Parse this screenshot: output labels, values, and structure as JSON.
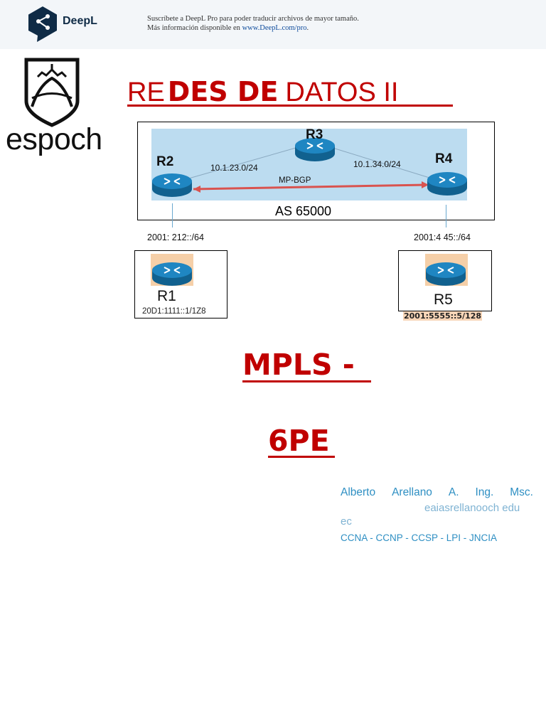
{
  "banner": {
    "brand": "DeepL",
    "line1": "Suscríbete a DeepL Pro para poder traducir archivos de mayor tamaño.",
    "line2_prefix": "Más información disponible en ",
    "line2_link": "www.DeepL.com/pro",
    "line2_suffix": "."
  },
  "logo": {
    "wordmark": "espoch"
  },
  "title": {
    "part1": "RE",
    "part2": "DES DE",
    "part3": "DATOS II"
  },
  "diagram": {
    "routers": {
      "r2": "R2",
      "r3": "R3",
      "r4": "R4",
      "r1": "R1",
      "r5": "R5"
    },
    "net_r2_r3": "10.1.23.0/24",
    "net_r3_r4": "10.1.34.0/24",
    "session": "MP-BGP",
    "as_label": "AS 65000",
    "v6_left": "2001: 212::/64",
    "v6_right": "2001:4 45::/64",
    "r1_address": "20D1:1111::1/1Z8",
    "r5_address": "2001:5555::5/128",
    "colors": {
      "arrow": "#d9534f",
      "router": "#1f78b4",
      "background": "#bcdcf0"
    }
  },
  "heading1": "MPLS -",
  "heading2": "6PE",
  "author": {
    "name_line": [
      "Alberto",
      "Arellano",
      "A.",
      "Ing.",
      "Msc."
    ],
    "email_line1": "eaiasrellanooch edu",
    "email_line2": "ec",
    "certs": "CCNA - CCNP - CCSP - LPI - JNCIA"
  }
}
